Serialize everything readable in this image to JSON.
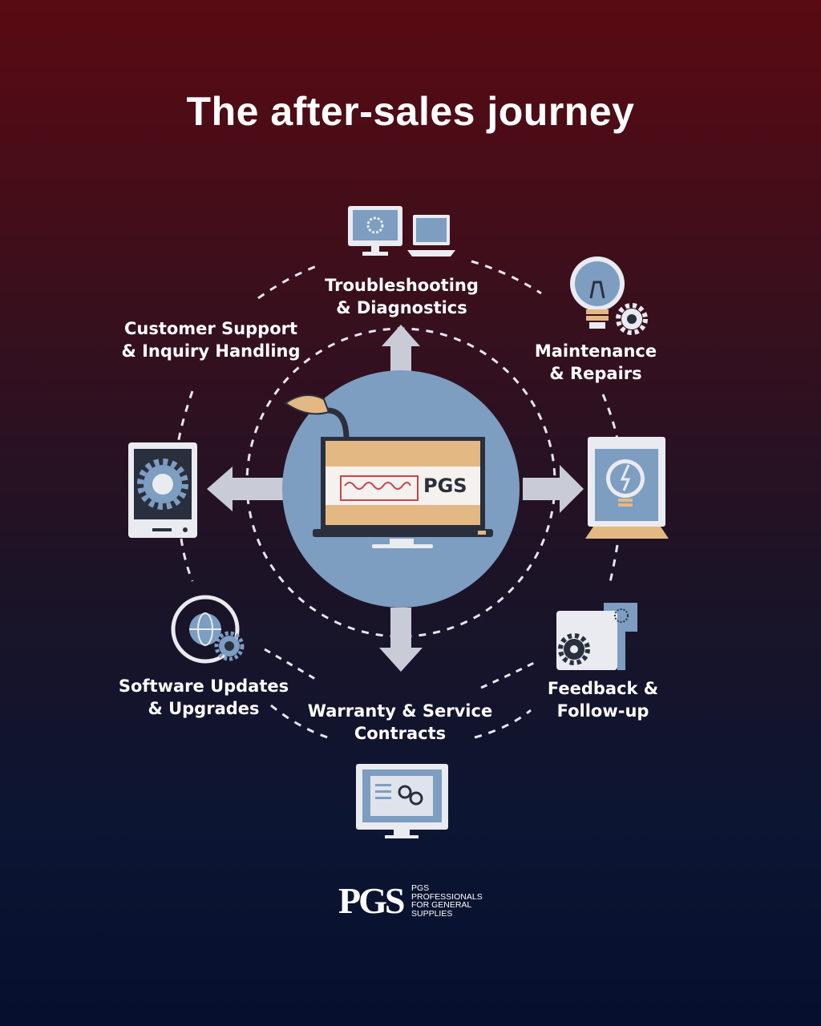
{
  "title": "The after-sales journey",
  "center": {
    "brand_text": "PGS"
  },
  "stages": [
    {
      "line1": "Troubleshooting",
      "line2": "& Diagnostics",
      "icon": "computer-settings-icon"
    },
    {
      "line1": "Maintenance",
      "line2": "& Repairs",
      "icon": "lightbulb-gear-icon"
    },
    {
      "line1": "Feedback &",
      "line2": "Follow-up",
      "icon": "gear-panel-icon"
    },
    {
      "line1": "Warranty & Service",
      "line2": "Contracts",
      "icon": "monitor-users-icon"
    },
    {
      "line1": "Software Updates",
      "line2": "& Upgrades",
      "icon": "globe-gear-icon"
    },
    {
      "line1": "Customer Support",
      "line2": "& Inquiry Handling",
      "icon": "tablet-gear-icon"
    }
  ],
  "logo": {
    "mark": "PGS",
    "lines": [
      "PGS",
      "PROFESSIONALS",
      "FOR GENERAL",
      "SUPPLIES"
    ]
  },
  "colors": {
    "accent_blue": "#7d9dc1",
    "accent_tan": "#e4b883",
    "arrow_gray": "#c9ccd6",
    "panel_light": "#e9ebf0"
  }
}
